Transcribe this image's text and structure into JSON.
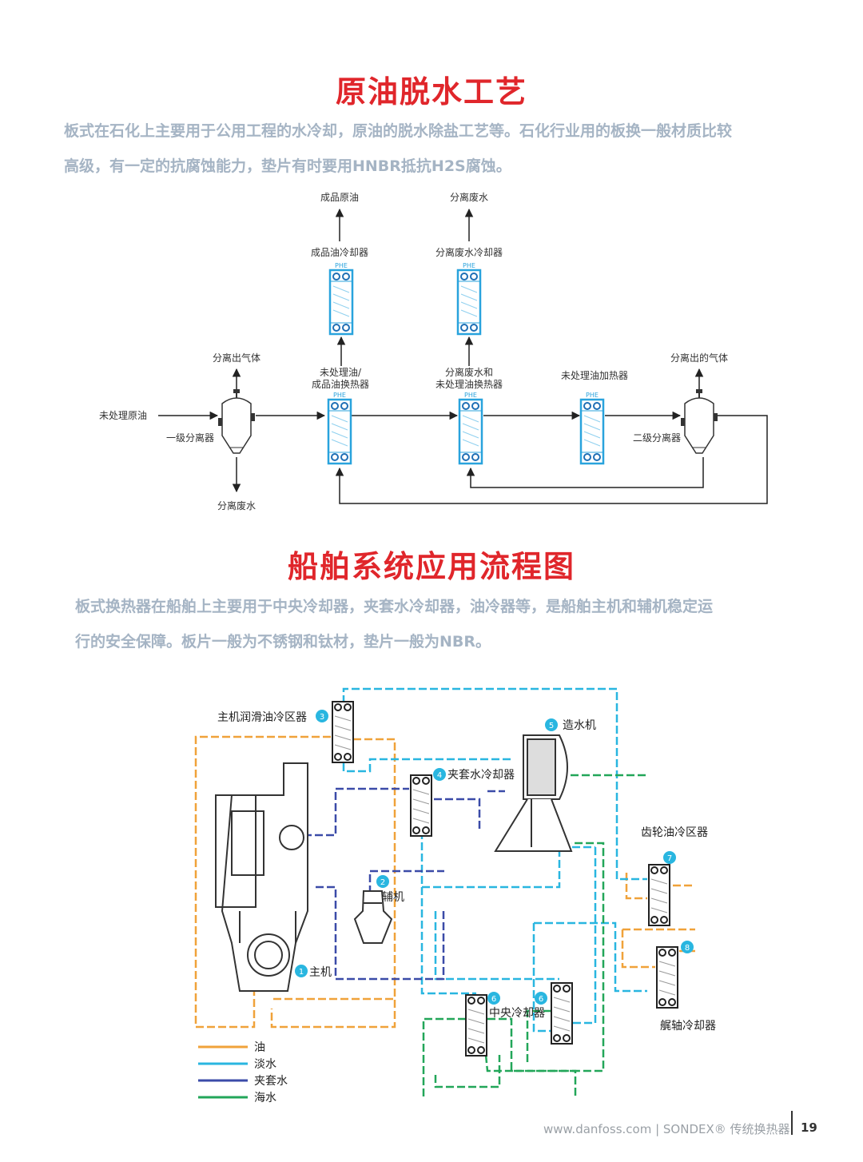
{
  "section1": {
    "title": "原油脱水工艺",
    "para_line1": "板式在石化上主要用于公用工程的水冷却，原油的脱水除盐工艺等。石化行业用的板换一般材质比较",
    "para_line2": "高级，有一定的抗腐蚀能力，垫片有时要用HNBR抵抗H2S腐蚀。",
    "diagram": {
      "labels": {
        "product_oil": "成品原油",
        "separated_wastewater_top": "分离废水",
        "product_oil_cooler": "成品油冷却器",
        "wastewater_cooler": "分离废水冷却器",
        "untreated_crude": "未处理原油",
        "separated_gas_1": "分离出气体",
        "primary_separator": "一级分离器",
        "separated_wastewater_bottom": "分离废水",
        "hx1_line1": "未处理油/",
        "hx1_line2": "成品油换热器",
        "hx2_line1": "分离废水和",
        "hx2_line2": "未处理油换热器",
        "heater": "未处理油加热器",
        "separated_gas_2": "分离出的气体",
        "secondary_separator": "二级分离器",
        "phe": "PHE"
      }
    }
  },
  "section2": {
    "title": "船舶系统应用流程图",
    "para_line1": "板式换热器在船舶上主要用于中央冷却器，夹套水冷却器，油冷器等，是船舶主机和辅机稳定运",
    "para_line2": "行的安全保障。板片一般为不锈钢和钛材，垫片一般为NBR。",
    "diagram": {
      "labels": {
        "lube_cooler": "主机润滑油冷区器",
        "freshwater_gen": "造水机",
        "jacket_cooler": "夹套水冷却器",
        "gear_oil_cooler": "齿轮油冷区器",
        "aux_engine": "辅机",
        "main_engine": "主机",
        "central_cooler": "中央冷却器",
        "stern_cooler": "艉轴冷却器"
      },
      "badges": [
        "1",
        "2",
        "3",
        "4",
        "5",
        "6",
        "6",
        "7",
        "8"
      ],
      "legend": [
        {
          "label": "油",
          "color": "#f0a23a"
        },
        {
          "label": "淡水",
          "color": "#29b6e0"
        },
        {
          "label": "夹套水",
          "color": "#3b4ba8"
        },
        {
          "label": "海水",
          "color": "#22a659"
        }
      ]
    }
  },
  "footer": {
    "text": "www.danfoss.com | SONDEX® 传统换热器",
    "page": "19"
  }
}
